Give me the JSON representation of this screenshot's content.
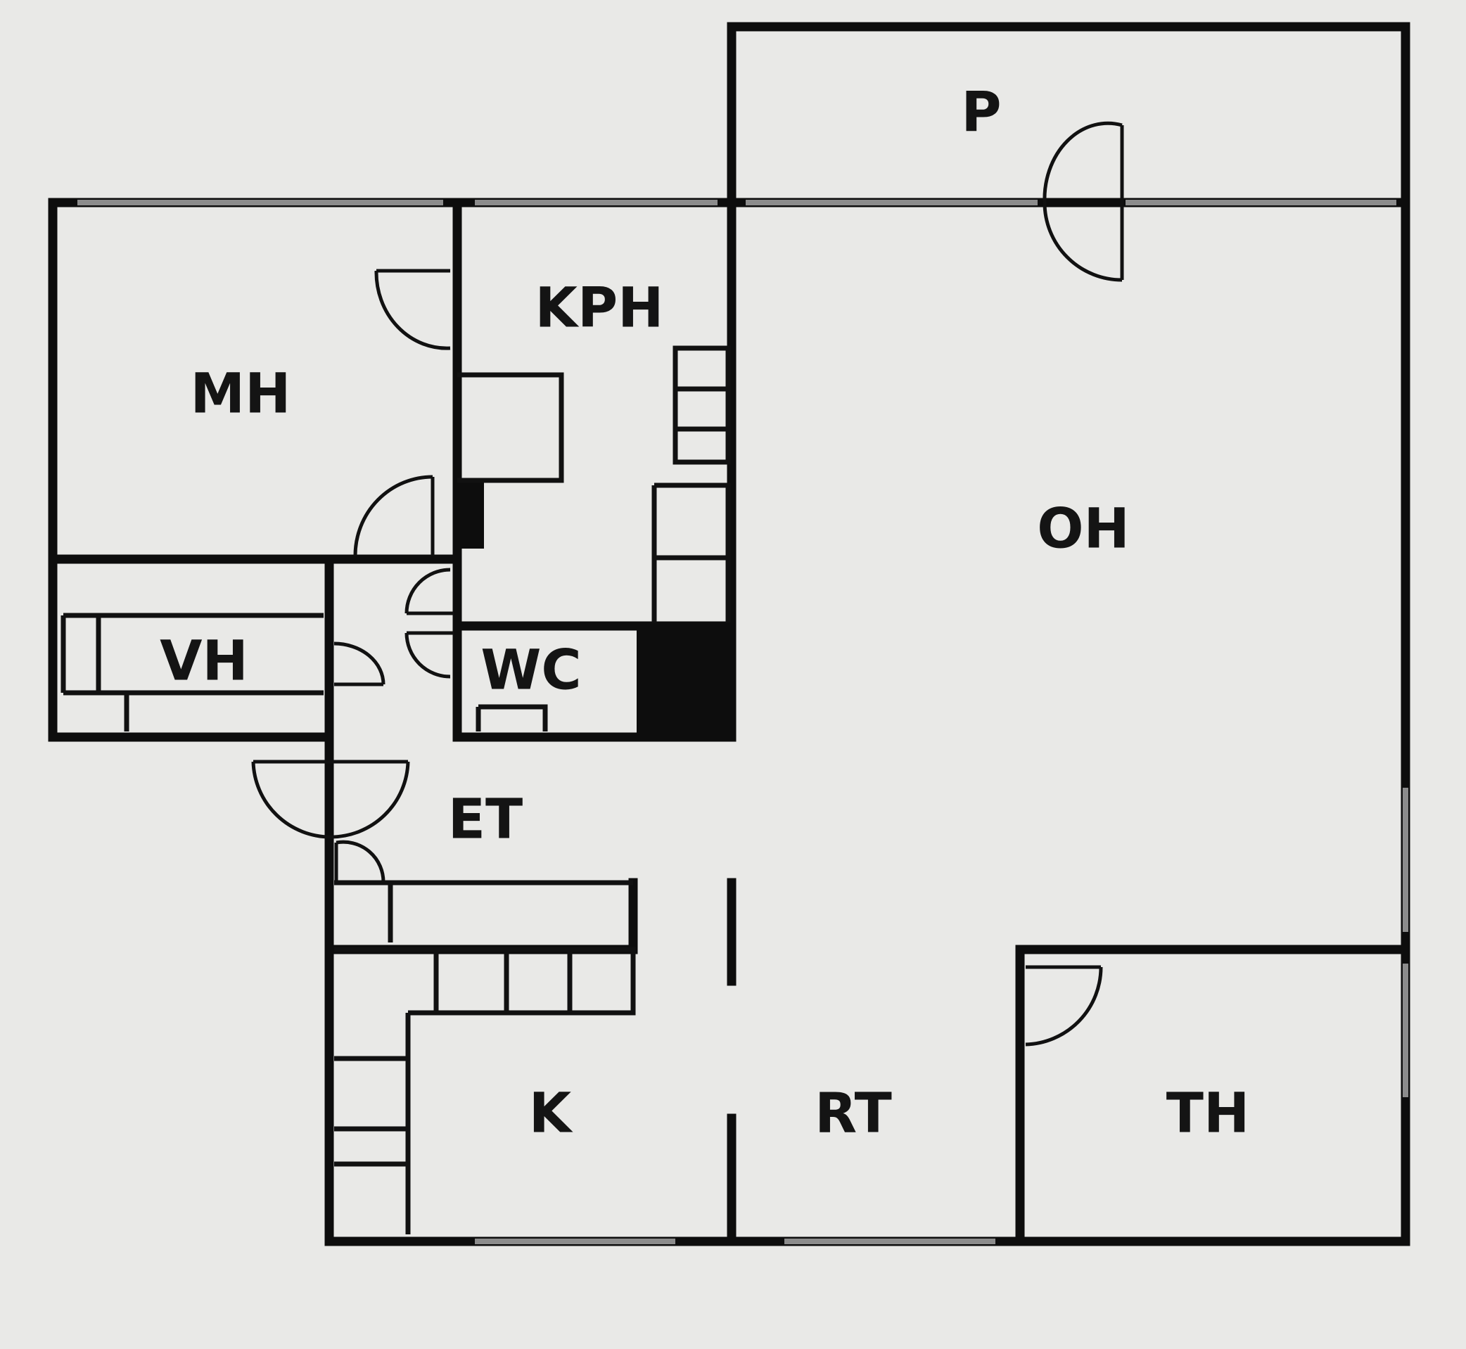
{
  "rooms": {
    "p": "P",
    "kph": "KPH",
    "mh": "MH",
    "oh": "OH",
    "vh": "VH",
    "wc": "WC",
    "et": "ET",
    "k": "K",
    "rt": "RT",
    "th": "TH"
  },
  "colors": {
    "background": "#e9e9e7",
    "wall": "#0d0d0d",
    "window": "#8c8c8c"
  }
}
